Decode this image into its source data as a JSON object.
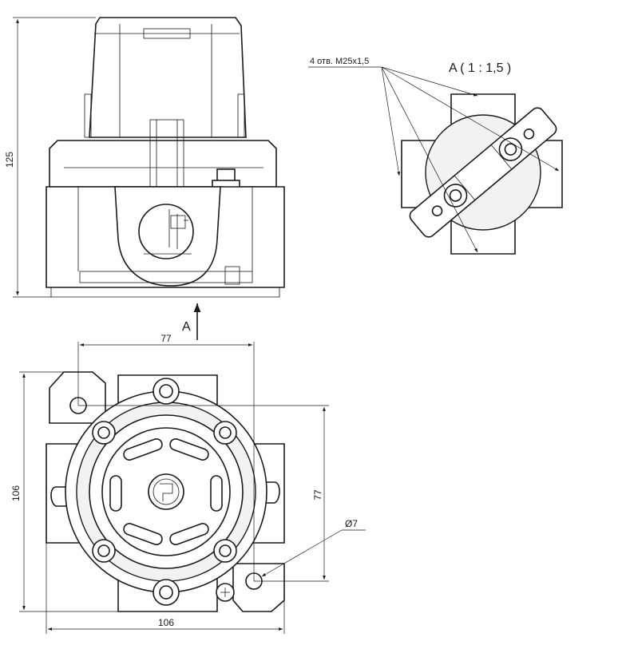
{
  "dimensions": {
    "height_front": "125",
    "width_top": "77",
    "height_plan": "106",
    "width_plan": "106",
    "height_hole_spacing": "77",
    "hole_diameter": "Ø7"
  },
  "views": {
    "view_arrow_label": "A",
    "detail_title": "A ( 1 : 1,5 )"
  },
  "notes": {
    "thread_note": "4 отв. M25x1,5"
  },
  "colors": {
    "line": "#1a1a1a",
    "background": "#ffffff",
    "fill_light": "#f2f2f2"
  }
}
